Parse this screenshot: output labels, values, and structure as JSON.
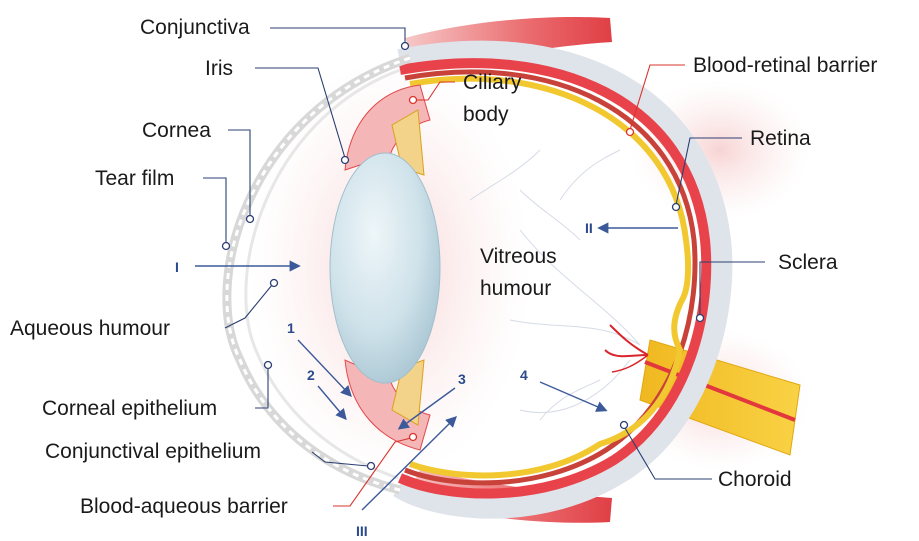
{
  "labels": {
    "conjunctiva": "Conjunctiva",
    "iris": "Iris",
    "ciliary_body_line1": "Ciliary",
    "ciliary_body_line2": "body",
    "blood_retinal_barrier": "Blood-retinal barrier",
    "cornea": "Cornea",
    "retina": "Retina",
    "tear_film": "Tear film",
    "vitreous_humour_line1": "Vitreous",
    "vitreous_humour_line2": "humour",
    "sclera": "Sclera",
    "aqueous_humour": "Aqueous humour",
    "corneal_epithelium": "Corneal epithelium",
    "conjunctival_epithelium": "Conjunctival epithelium",
    "choroid": "Choroid",
    "blood_aqueous_barrier": "Blood-aqueous barrier"
  },
  "routes": {
    "I": "I",
    "II": "II",
    "III": "III",
    "one": "1",
    "two": "2",
    "three": "3",
    "four": "4"
  },
  "colors": {
    "sclera": "#e8434a",
    "choroid": "#c8423a",
    "retina": "#f2c830",
    "lens": "#cfe2ea",
    "label_text": "#1a1a1a",
    "leader_line": "#2b3f73",
    "route_arrow": "#3c5a9a",
    "barrier_leader": "#d9342b"
  }
}
